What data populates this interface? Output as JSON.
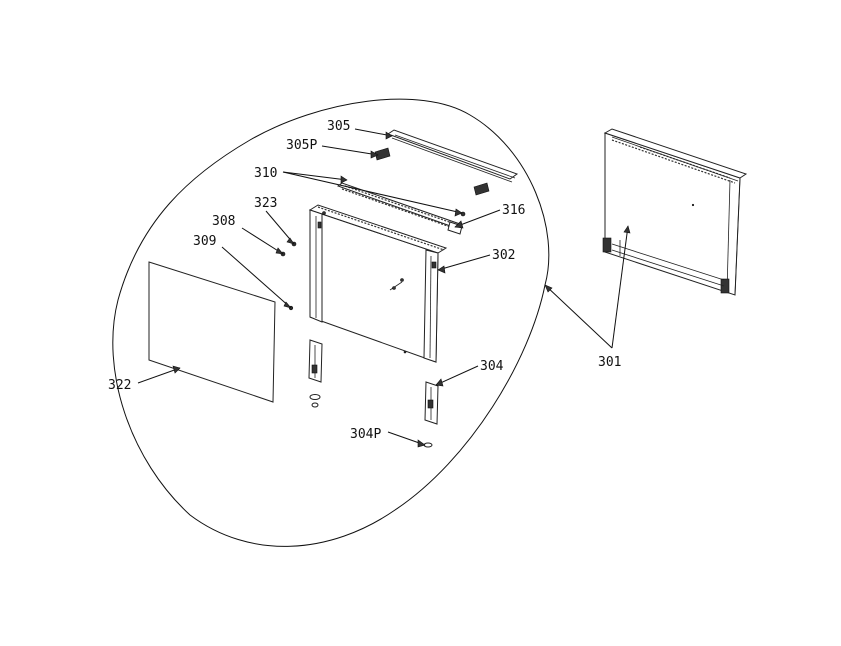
{
  "labels": {
    "l305": "305",
    "l305p": "305P",
    "l310": "310",
    "l316": "316",
    "l323": "323",
    "l308": "308",
    "l309": "309",
    "l302": "302",
    "l304": "304",
    "l304p": "304P",
    "l322": "322",
    "l301": "301"
  },
  "colors": {
    "ink": "#111111",
    "background": "#ffffff"
  }
}
